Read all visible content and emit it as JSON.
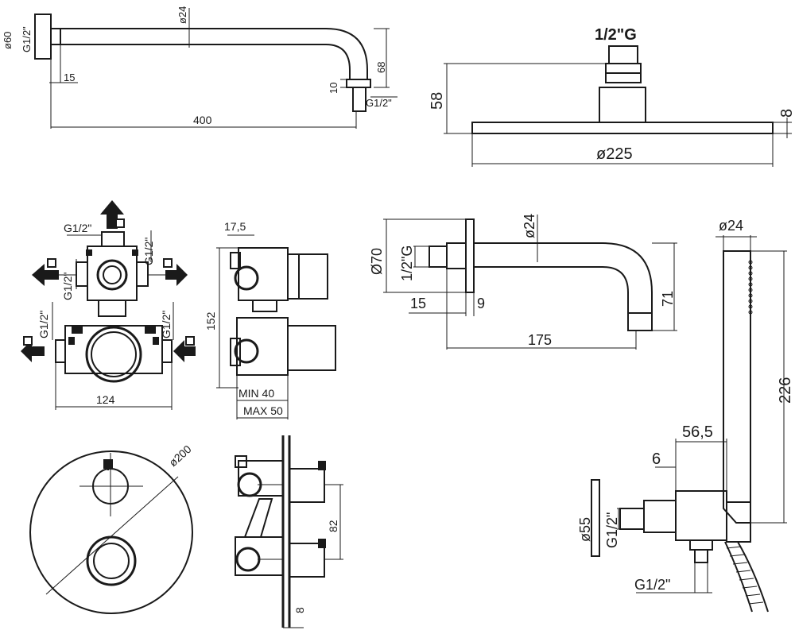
{
  "shower_arm": {
    "d_flange": "ø60",
    "thread_wall": "G1/2\"",
    "d_tube": "ø24",
    "drop": "68",
    "offset": "15",
    "nut": "10",
    "thread_out": "G1/2\"",
    "length": "400"
  },
  "shower_head": {
    "thread": "1/2\"G",
    "height": "58",
    "thickness": "8",
    "diameter": "ø225"
  },
  "valve_body": {
    "top_thread": "G1/2\"",
    "upper_left_thread": "G1/2\"",
    "upper_right_thread": "G1/2\"",
    "lower_left_thread": "G1/2\"",
    "lower_right_thread": "G1/2\"",
    "width": "124"
  },
  "valve_side": {
    "depth_top": "17,5",
    "height": "152",
    "min": "MIN 40",
    "max": "MAX 50"
  },
  "valve_front": {
    "plate_diameter": "ø200"
  },
  "valve_section": {
    "spacing": "82",
    "plate": "8"
  },
  "wall_arm": {
    "d_flange": "Ø70",
    "thread": "1/2\"G",
    "d_tube": "ø24",
    "offset": "15",
    "flange": "9",
    "drop": "71",
    "length": "175"
  },
  "hand_shower": {
    "d_head": "ø24",
    "length": "226",
    "projection": "56,5",
    "wall_gap": "6",
    "d_flange": "ø55",
    "thread_in": "G1/2\"",
    "thread_out": "G1/2\""
  }
}
